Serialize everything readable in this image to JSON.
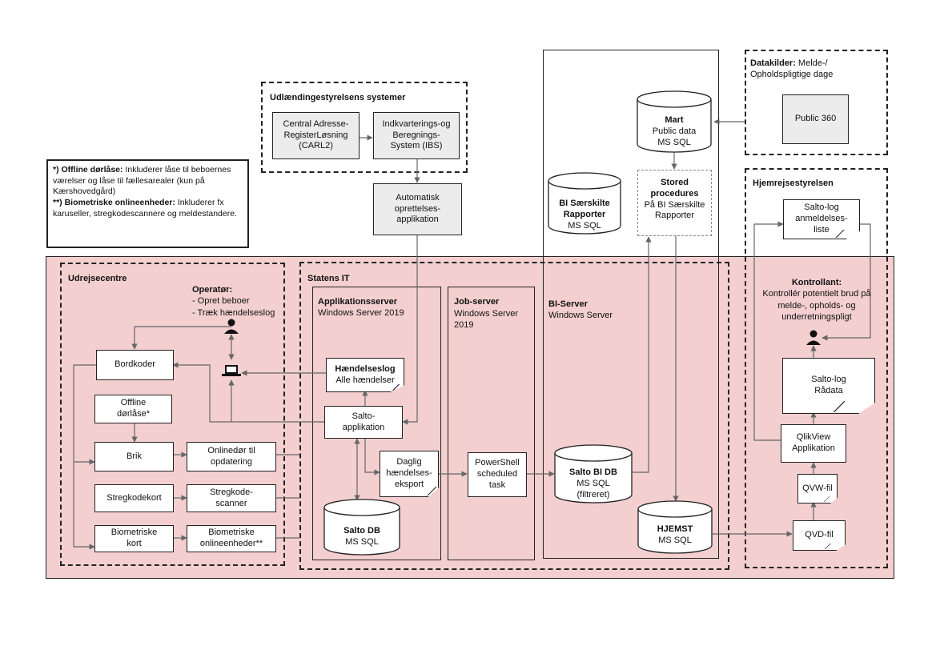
{
  "notes": {
    "offline_bold": "*) Offline dørlåse:",
    "offline_text": " Inkluderer låse til beboernes værelser og låse til fællesarealer (kun på Kærshovedgård)",
    "bio_bold": "**) Biometriske onlineenheder:",
    "bio_text": " Inkluderer fx karuseller, stregkodescannere og meldestandere."
  },
  "udl": {
    "title": "Udlændingestyrelsens systemer",
    "carl2": "Central Adresse-RegisterLøsning (CARL2)",
    "ibs": "Indkvarterings-og Beregnings-System (IBS)"
  },
  "auto_app": "Automatisk oprettelses-applikation",
  "datakilder": {
    "title_bold": "Datakilder:",
    "title_rest": " Melde-/ Opholdspligtige dage",
    "public360": "Public 360"
  },
  "mart": {
    "name": "Mart",
    "line1": "Public data",
    "line2": "MS SQL"
  },
  "bi_saer": {
    "name": "BI Særskilte Rapporter",
    "line2": "MS SQL"
  },
  "stored": {
    "name": "Stored procedures",
    "line1": "På BI Særskilte Rapporter"
  },
  "hjemrejse": {
    "title": "Hjemrejsestyrelsen",
    "salto_anm": "Salto-log anmeldelses-liste",
    "kontrollant_bold": "Kontrollant:",
    "kontrollant_text": "Kontrollér potentielt brud på melde-, opholds- og underretningspligt",
    "salto_raa": "Salto-log Rådata",
    "qlik": "QlikView Applikation",
    "qvw": "QVW-fil",
    "qvd": "QVD-fil"
  },
  "udrejse": {
    "title": "Udrejsecentre",
    "operator_bold": "Operatør:",
    "operator_l1": "- Opret beboer",
    "operator_l2": "- Træk hændelseslog",
    "bordkoder": "Bordkoder",
    "offline": "Offline dørlåse*",
    "brik": "Brik",
    "onlinedor": "Onlinedør til opdatering",
    "stregkort": "Stregkodekort",
    "stregscan": "Stregkode-scanner",
    "biokort": "Biometriske kort",
    "bioonline": "Biometriske onlineenheder**"
  },
  "statens": {
    "title": "Statens IT",
    "app_title": "Applikationsserver",
    "app_sub": "Windows Server 2019",
    "job_title": "Job-server",
    "job_sub": "Windows Server 2019",
    "bi_title": "BI-Server",
    "bi_sub": "Windows Server",
    "hlog_bold": "Hændelseslog",
    "hlog_sub": "Alle hændelser",
    "salto_app": "Salto-applikation",
    "daglig": "Daglig hændelses-eksport",
    "powershell": "PowerShell scheduled task",
    "salto_db_bold": "Salto DB",
    "salto_db_sub": "MS SQL",
    "salto_bi_bold": "Salto BI DB",
    "salto_bi_sub1": "MS SQL",
    "salto_bi_sub2": "(filtreret)",
    "hjemst_bold": "HJEMST",
    "hjemst_sub": "MS SQL"
  }
}
